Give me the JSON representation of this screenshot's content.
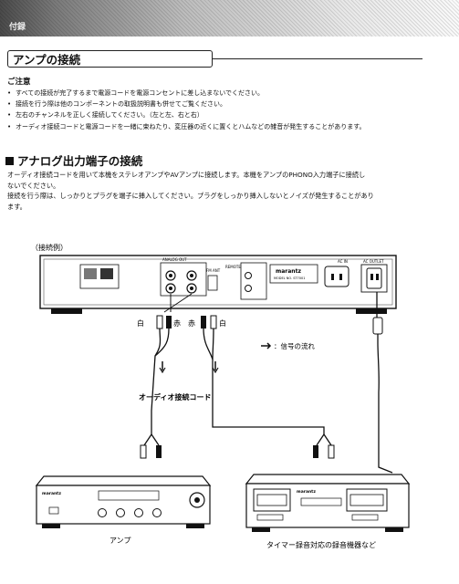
{
  "header": {
    "band_label": "付録"
  },
  "section": {
    "title": "アンプの接続"
  },
  "caution": {
    "title": "ご注意",
    "items": [
      "すべての接続が完了するまで電源コードを電源コンセントに差し込まないでください。",
      "接続を行う際は他のコンポーネントの取扱説明書も併せてご覧ください。",
      "左右のチャンネルを正しく接続してください。（左と左、右と右）",
      "オーディオ接続コードと電源コードを一緒に束ねたり、変圧器の近くに置くとハムなどの雑音が発生することがあります。"
    ]
  },
  "subsection": {
    "title": "アナログ出力端子の接続",
    "paragraph_lines": [
      "オーディオ接続コードを用いて本機をステレオアンプやAVアンプに接続します。本機をアンプのPHONO入力端子に接続し",
      "ないでください。",
      "接続を行う際は、しっかりとプラグを端子に挿入してください。プラグをしっかり挿入しないとノイズが発生することがあり",
      "ます。"
    ]
  },
  "diagram": {
    "example_label": "（接続例）",
    "device_brand": "marantz",
    "device_model": "MODEL NO. ST7001",
    "ac_in": "AC IN",
    "ac_outlet": "AC OUTLET",
    "analog_out": "ANALOG OUT",
    "fm_ant": "FM ANT",
    "remote": "REMOTE",
    "left_white": "白",
    "left_red": "赤",
    "right_red": "赤",
    "right_white": "白",
    "signal_flow": "：信号の流れ",
    "cable_label": "オーディオ接続コード",
    "amp_label": "アンプ",
    "amp_brand": "marantz",
    "recorder_label": "タイマー録音対応の録音機器など",
    "recorder_brand": "marantz"
  }
}
